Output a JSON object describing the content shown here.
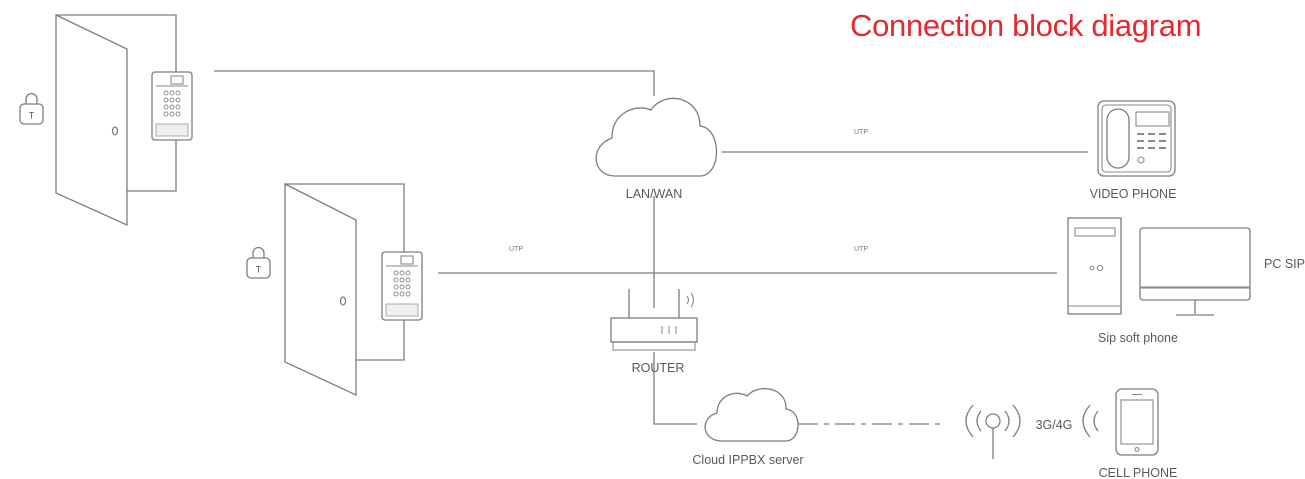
{
  "title": "Connection block diagram",
  "nodes": {
    "lan_wan": "LAN/WAN",
    "router": "ROUTER",
    "cloud_ippbx": "Cloud IPPBX server",
    "video_phone": "VIDEO PHONE",
    "pc_sip": "PC SIP",
    "sip_soft_phone": "Sip soft phone",
    "cell_phone": "CELL PHONE",
    "mobile_network": "3G/4G"
  },
  "links": {
    "utp_video_phone": "UTP",
    "utp_door2": "UTP",
    "utp_pc": "UTP"
  },
  "lock_label": "T",
  "colors": {
    "title": "#e8282f",
    "lines": "#7d7d7d",
    "labels": "#5a5a5a"
  }
}
